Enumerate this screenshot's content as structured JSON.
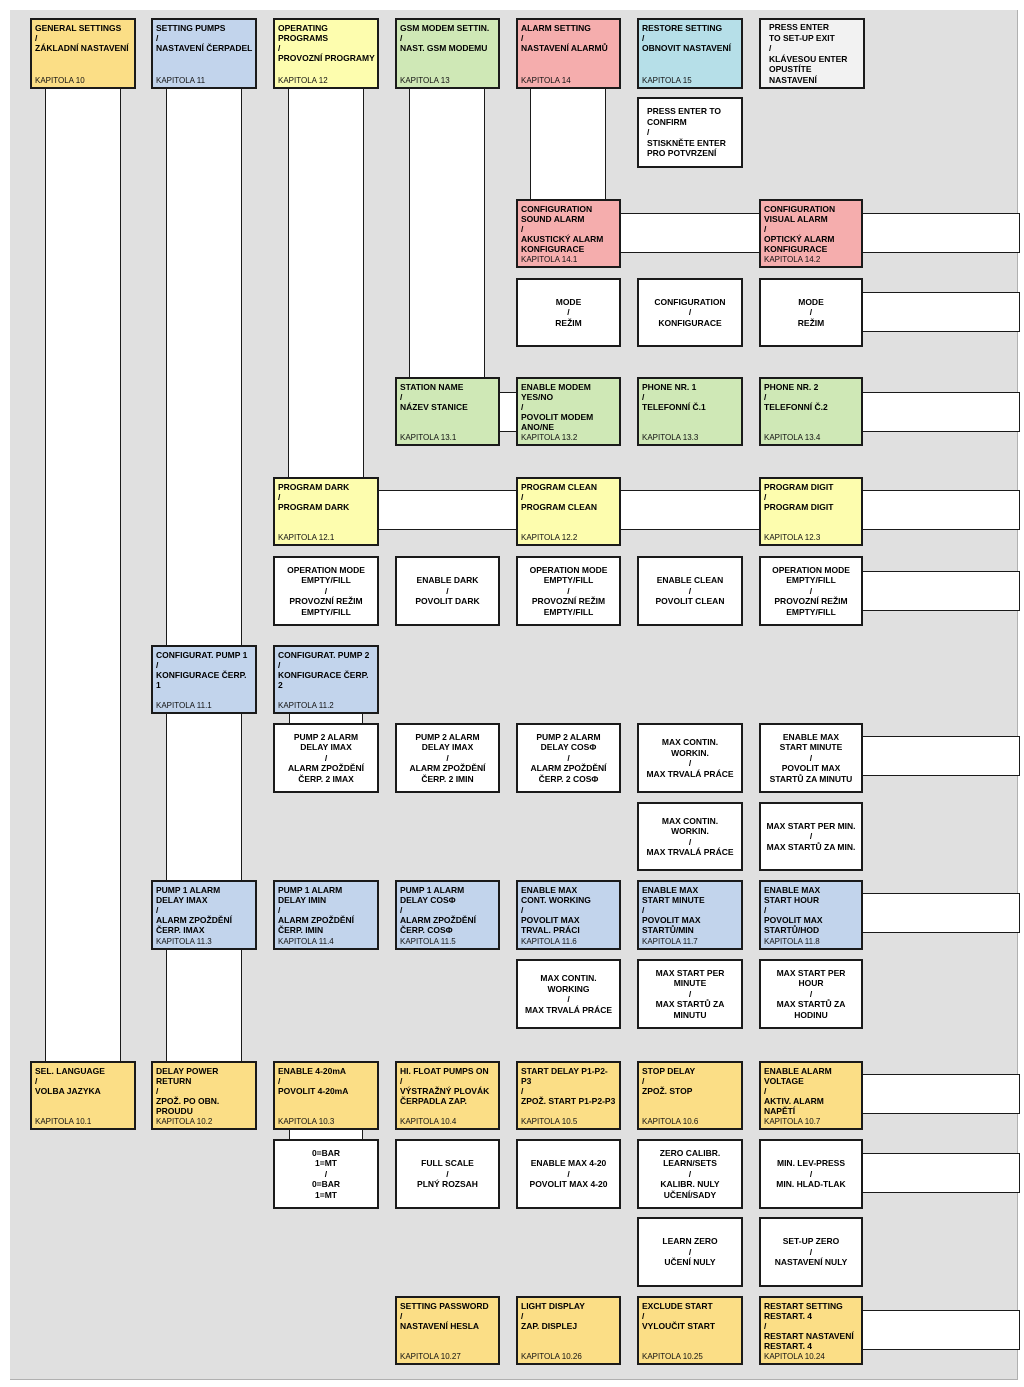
{
  "colors": {
    "background": "#e0e0e0",
    "general": "#fbde86",
    "pumps": "#c2d4ec",
    "programs": "#fdfdae",
    "gsm": "#cfe8b6",
    "alarm": "#f5adad",
    "restore": "#b6dfe8"
  },
  "boxes": {
    "general_settings": {
      "text": "GENERAL SETTINGS\n/\nZÁKLADNÍ NASTAVENÍ",
      "chapter": "KAPITOLA 10"
    },
    "setting_pumps": {
      "text": "SETTING PUMPS\n/\nNASTAVENÍ ČERPADEL",
      "chapter": "KAPITOLA 11"
    },
    "operating_programs": {
      "text": "OPERATING PROGRAMS\n/\nPROVOZNÍ PROGRAMY",
      "chapter": "KAPITOLA 12"
    },
    "gsm_modem_settings": {
      "text": "GSM MODEM SETTIN.\n/\nNAST. GSM MODEMU",
      "chapter": "KAPITOLA 13"
    },
    "alarm_setting": {
      "text": "ALARM SETTING\n/\nNASTAVENÍ ALARMŮ",
      "chapter": "KAPITOLA 14"
    },
    "restore_setting": {
      "text": "RESTORE SETTING\n/\nOBNOVIT NASTAVENÍ",
      "chapter": "KAPITOLA 15"
    },
    "press_enter_exit": {
      "text": "PRESS ENTER\nTO SET-UP EXIT\n/\nKLÁVESOU ENTER\nOPUSTÍTE NASTAVENÍ"
    },
    "press_enter_confirm": {
      "text": "PRESS ENTER TO\nCONFIRM\n/\nSTISKNĚTE ENTER\nPRO POTVRZENÍ"
    },
    "config_sound_alarm": {
      "text": "CONFIGURATION\nSOUND ALARM\n/\nAKUSTICKÝ ALARM\nKONFIGURACE",
      "chapter": "KAPITOLA 14.1"
    },
    "config_visual_alarm": {
      "text": "CONFIGURATION\nVISUAL ALARM\n/\nOPTICKÝ ALARM\nKONFIGURACE",
      "chapter": "KAPITOLA 14.2"
    },
    "mode_sound": {
      "text": "MODE\n/\nREŽIM"
    },
    "configuration_sound": {
      "text": "CONFIGURATION\n/\nKONFIGURACE"
    },
    "mode_visual": {
      "text": "MODE\n/\nREŽIM"
    },
    "station_name": {
      "text": "STATION NAME\n/\nNÁZEV STANICE",
      "chapter": "KAPITOLA 13.1"
    },
    "enable_modem": {
      "text": "ENABLE MODEM\nYES/NO\n/\nPOVOLIT MODEM\nANO/NE",
      "chapter": "KAPITOLA 13.2"
    },
    "phone_nr_1": {
      "text": "PHONE NR. 1\n/\nTELEFONNÍ Č.1",
      "chapter": "KAPITOLA 13.3"
    },
    "phone_nr_2": {
      "text": "PHONE NR. 2\n/\nTELEFONNÍ Č.2",
      "chapter": "KAPITOLA 13.4"
    },
    "program_dark": {
      "text": "PROGRAM DARK\n/\nPROGRAM DARK",
      "chapter": "KAPITOLA 12.1"
    },
    "program_clean": {
      "text": "PROGRAM CLEAN\n/\nPROGRAM CLEAN",
      "chapter": "KAPITOLA 12.2"
    },
    "program_digit": {
      "text": "PROGRAM DIGIT\n/\nPROGRAM DIGIT",
      "chapter": "KAPITOLA 12.3"
    },
    "op_mode_dark": {
      "text": "OPERATION MODE\nEMPTY/FILL\n/\nPROVOZNÍ REŽIM\nEMPTY/FILL"
    },
    "enable_dark": {
      "text": "ENABLE DARK\n/\nPOVOLIT DARK"
    },
    "op_mode_clean": {
      "text": "OPERATION MODE\nEMPTY/FILL\n/\nPROVOZNÍ REŽIM\nEMPTY/FILL"
    },
    "enable_clean": {
      "text": "ENABLE CLEAN\n/\nPOVOLIT CLEAN"
    },
    "op_mode_digit": {
      "text": "OPERATION MODE\nEMPTY/FILL\n/\nPROVOZNÍ REŽIM\nEMPTY/FILL"
    },
    "config_pump_1": {
      "text": "CONFIGURAT. PUMP 1\n/\nKONFIGURACE ČERP. 1",
      "chapter": "KAPITOLA 11.1"
    },
    "config_pump_2": {
      "text": "CONFIGURAT. PUMP 2\n/\nKONFIGURACE ČERP. 2",
      "chapter": "KAPITOLA 11.2"
    },
    "p2_delay_imax": {
      "text": "PUMP 2 ALARM\nDELAY IMAX\n/\nALARM ZPOŽDĚNÍ\nČERP. 2 IMAX"
    },
    "p2_delay_imin": {
      "text": "PUMP 2 ALARM\nDELAY IMAX\n/\nALARM ZPOŽDĚNÍ\nČERP. 2 IMIN"
    },
    "p2_delay_cos": {
      "text": "PUMP 2 ALARM\nDELAY COSΦ\n/\nALARM ZPOŽDĚNÍ\nČERP. 2 COSΦ"
    },
    "p2_max_contin": {
      "text": "MAX CONTIN. WORKIN.\n/\nMAX TRVALÁ PRÁCE"
    },
    "p2_enable_max_start": {
      "text": "ENABLE MAX\nSTART MINUTE\n/\nPOVOLIT MAX\nSTARTŮ ZA MINUTU"
    },
    "p2_max_contin_sub": {
      "text": "MAX CONTIN. WORKIN.\n/\nMAX TRVALÁ PRÁCE"
    },
    "p2_max_start_min": {
      "text": "MAX START PER MIN.\n/\nMAX STARTŮ ZA MIN."
    },
    "p1_delay_imax": {
      "text": "PUMP 1 ALARM\nDELAY IMAX\n/\nALARM ZPOŽDĚNÍ\nČERP. IMAX",
      "chapter": "KAPITOLA 11.3"
    },
    "p1_delay_imin": {
      "text": "PUMP 1 ALARM\nDELAY IMIN\n/\nALARM ZPOŽDĚNÍ\nČERP. IMIN",
      "chapter": "KAPITOLA 11.4"
    },
    "p1_delay_cos": {
      "text": "PUMP 1 ALARM\nDELAY COSΦ\n/\nALARM ZPOŽDĚNÍ\nČERP. COSΦ",
      "chapter": "KAPITOLA 11.5"
    },
    "p1_enable_max_cont": {
      "text": "ENABLE MAX\nCONT. WORKING\n/\nPOVOLIT MAX\nTRVAL. PRÁCI",
      "chapter": "KAPITOLA 11.6"
    },
    "p1_enable_max_start_min": {
      "text": "ENABLE MAX\nSTART MINUTE\n/\nPOVOLIT MAX\nSTARTŮ/MIN",
      "chapter": "KAPITOLA 11.7"
    },
    "p1_enable_max_start_hour": {
      "text": "ENABLE MAX\nSTART HOUR\n/\nPOVOLIT MAX\nSTARTŮ/HOD",
      "chapter": "KAPITOLA 11.8"
    },
    "p1_max_contin": {
      "text": "MAX CONTIN. WORKING\n/\nMAX TRVALÁ PRÁCE"
    },
    "p1_max_start_minute": {
      "text": "MAX START PER MINUTE\n/\nMAX STARTŮ ZA MINUTU"
    },
    "p1_max_start_hour": {
      "text": "MAX START PER HOUR\n/\nMAX STARTŮ ZA HODINU"
    },
    "sel_language": {
      "text": "SEL. LANGUAGE\n/\nVOLBA JAZYKA",
      "chapter": "KAPITOLA 10.1"
    },
    "delay_power_return": {
      "text": "DELAY POWER RETURN\n/\nZPOŽ. PO OBN. PROUDU",
      "chapter": "KAPITOLA 10.2"
    },
    "enable_4_20": {
      "text": "ENABLE 4-20mA\n/\nPOVOLIT 4-20mA",
      "chapter": "KAPITOLA 10.3"
    },
    "hi_float": {
      "text": "HI. FLOAT PUMPS ON\n/\nVÝSTRAŽNÝ PLOVÁK\nČERPADLA ZAP.",
      "chapter": "KAPITOLA 10.4"
    },
    "start_delay": {
      "text": "START DELAY P1-P2-P3\n/\nZPOŽ. START P1-P2-P3",
      "chapter": "KAPITOLA 10.5"
    },
    "stop_delay": {
      "text": "STOP DELAY\n/\nZPOŽ. STOP",
      "chapter": "KAPITOLA 10.6"
    },
    "enable_alarm_voltage": {
      "text": "ENABLE ALARM\nVOLTAGE\n/\nAKTIV. ALARM\nNAPĚTÍ",
      "chapter": "KAPITOLA 10.7"
    },
    "bar_mt": {
      "text": "0=BAR\n1=MT\n/\n0=BAR\n1=MT"
    },
    "full_scale": {
      "text": "FULL SCALE\n/\nPLNÝ ROZSAH"
    },
    "enable_max_4_20": {
      "text": "ENABLE MAX 4-20\n/\nPOVOLIT MAX 4-20"
    },
    "zero_calibr": {
      "text": "ZERO CALIBR.\nLEARN/SETS\n/\nKALIBR. NULY\nUČENÍ/SADY"
    },
    "min_lev_press": {
      "text": "MIN. LEV-PRESS\n/\nMIN. HLAD-TLAK"
    },
    "learn_zero": {
      "text": "LEARN ZERO\n/\nUČENÍ NULY"
    },
    "setup_zero": {
      "text": "SET-UP ZERO\n/\nNASTAVENÍ NULY"
    },
    "setting_password": {
      "text": "SETTING PASSWORD\n/\nNASTAVENÍ HESLA",
      "chapter": "KAPITOLA 10.27"
    },
    "light_display": {
      "text": "LIGHT DISPLAY\n/\nZAP. DISPLEJ",
      "chapter": "KAPITOLA 10.26"
    },
    "exclude_start": {
      "text": "EXCLUDE START\n/\nVYLOUČIT START",
      "chapter": "KAPITOLA 10.25"
    },
    "restart_setting": {
      "text": "RESTART SETTING\nRESTART. 4\n/\nRESTART NASTAVENÍ\nRESTART. 4",
      "chapter": "KAPITOLA 10.24"
    }
  }
}
